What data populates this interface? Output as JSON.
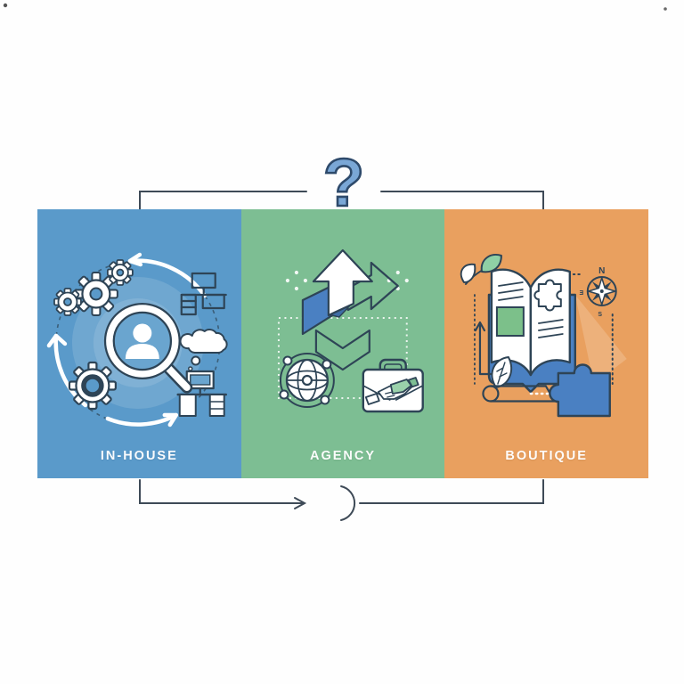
{
  "question_mark": "?",
  "panels": [
    {
      "id": "in-house",
      "label": "IN-HOUSE",
      "color": "#5a9aca",
      "icons": [
        "gear-icon",
        "magnifier-user-icon",
        "workstation-icon",
        "desk-icon",
        "thought-cloud-icon",
        "cycle-arrows-icon"
      ]
    },
    {
      "id": "agency",
      "label": "AGENCY",
      "color": "#7dbe93",
      "icons": [
        "growth-arrow-icon",
        "down-chevron-icon",
        "globe-network-icon",
        "briefcase-handshake-icon",
        "sparkle-dots-icon"
      ]
    },
    {
      "id": "boutique",
      "label": "BOUTIQUE",
      "color": "#e9a05f",
      "icons": [
        "sprout-leaves-icon",
        "open-book-icon",
        "compass-icon",
        "puzzle-piece-icon",
        "leaf-icon",
        "scroll-icon",
        "up-arrow-icon"
      ],
      "compass": {
        "north": "N",
        "west": "Ǝ",
        "south": "S"
      }
    }
  ],
  "colors": {
    "panel_blue": "#5a9aca",
    "panel_green": "#7dbe93",
    "panel_orange": "#e9a05f",
    "line": "#3e4a57",
    "icon_stroke": "#2e4456",
    "accent_blue": "#4a80c2",
    "accent_blue_dark": "#3e6da6",
    "question_fill": "#7aa7d6",
    "question_stroke": "#2e4a6b",
    "leaf_green": "#8fd0a5",
    "book_green": "#7cc08a",
    "hand_green": "#9ad1ab",
    "lens_blue": "#6aa5cf"
  }
}
